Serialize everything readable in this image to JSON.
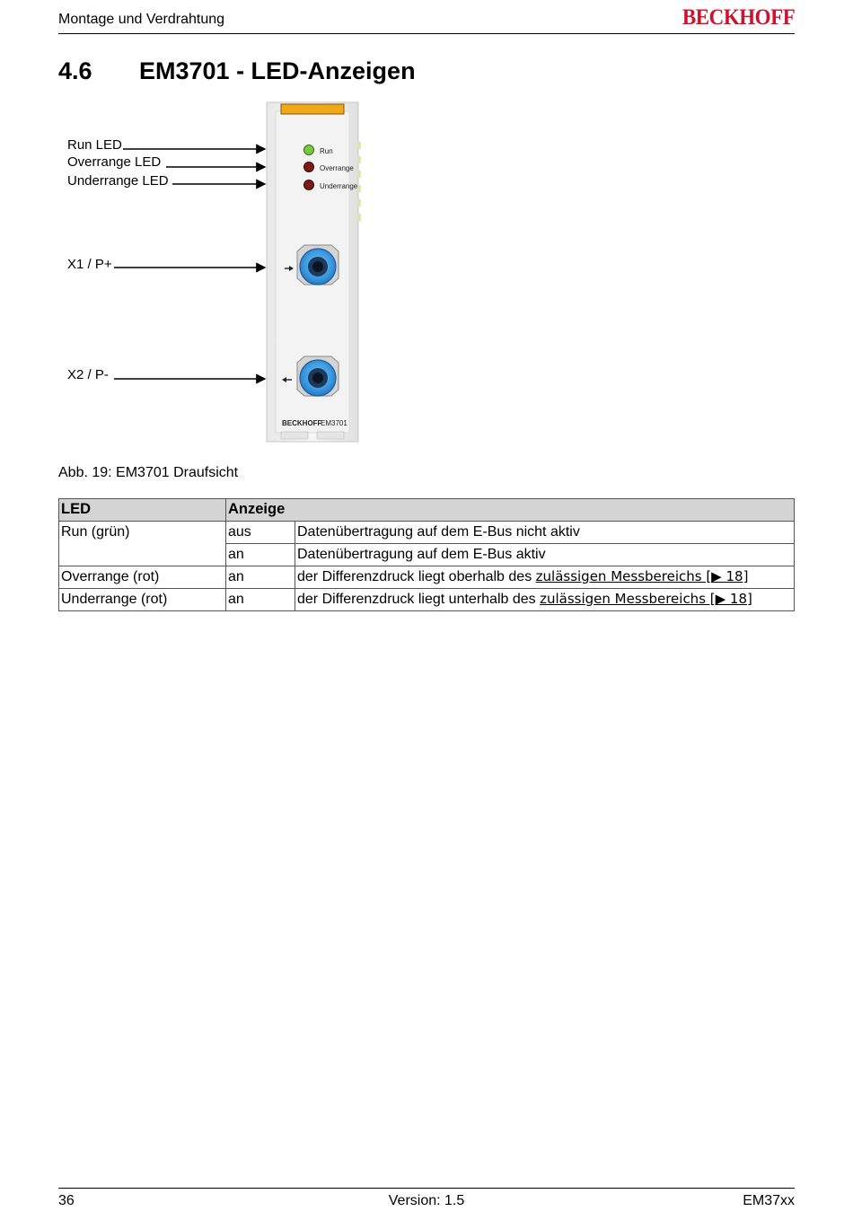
{
  "header": {
    "title": "Montage und Verdrahtung",
    "brand": "BECKHOFF"
  },
  "section": {
    "number": "4.6",
    "title": "EM3701 - LED-Anzeigen"
  },
  "figure": {
    "callouts": [
      "Run LED",
      "Overrange LED",
      "Underrange LED",
      "X1 / P+",
      "X2 / P-"
    ],
    "device_labels": {
      "run": "Run",
      "overrange": "Overrange",
      "underrange": "Underrange",
      "brand": "BECKHOFF",
      "model": "EM3701"
    },
    "colors": {
      "led_green": "#7ac943",
      "led_red": "#7a1a12",
      "connector_blue": "#3aa0e8",
      "label_strip": "#f0a818"
    },
    "caption": "Abb. 19: EM3701 Draufsicht"
  },
  "table": {
    "headers": [
      "LED",
      "Anzeige"
    ],
    "rows": [
      {
        "led": "Run (grün)",
        "state": "aus",
        "description": "Datenübertragung auf dem E-Bus nicht aktiv"
      },
      {
        "led": "",
        "state": "an",
        "description": "Datenübertragung auf dem E-Bus aktiv"
      },
      {
        "led": "Overrange (rot)",
        "state": "an",
        "description": "der Differenzdruck liegt oberhalb des",
        "link": "zulässigen Messbereichs [▶ 18]"
      },
      {
        "led": "Underrange (rot)",
        "state": "an",
        "description": "der Differenzdruck liegt unterhalb des",
        "link": "zulässigen Messbereichs [▶ 18]"
      }
    ]
  },
  "footer": {
    "page_number": "36",
    "version": "Version: 1.5",
    "product": "EM37xx"
  }
}
